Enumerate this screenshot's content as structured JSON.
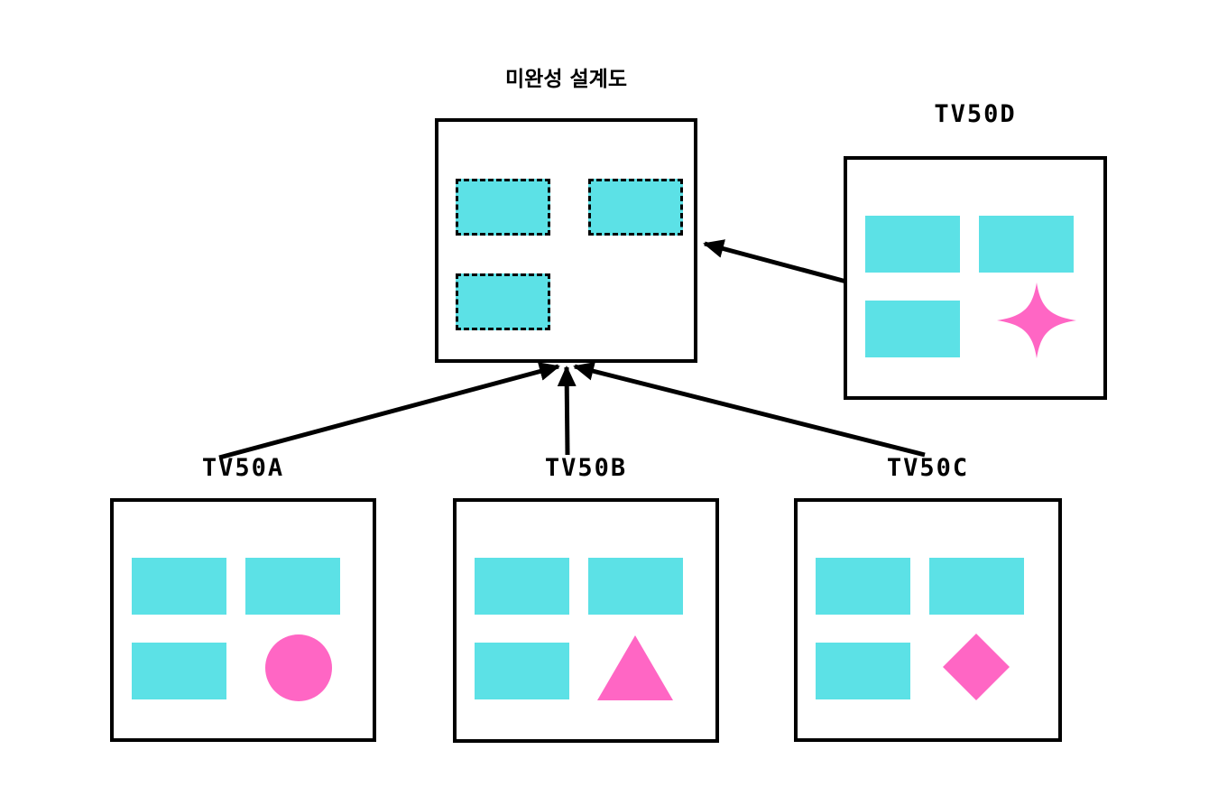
{
  "diagram": {
    "blueprint": {
      "title": "미완성 설계도",
      "slot_count": 4,
      "filled_slot_count": 3,
      "slot_style": "dashed-outline",
      "missing_slot_position": "bottom-right"
    },
    "modules": [
      {
        "label": "TV50A",
        "unique_shape": "circle",
        "rect_count": 3
      },
      {
        "label": "TV50B",
        "unique_shape": "triangle",
        "rect_count": 3
      },
      {
        "label": "TV50C",
        "unique_shape": "diamond",
        "rect_count": 3
      },
      {
        "label": "TV50D",
        "unique_shape": "four-point-star",
        "rect_count": 3
      }
    ],
    "arrows": [
      {
        "from": "TV50A",
        "to": "blueprint-bottom"
      },
      {
        "from": "TV50B",
        "to": "blueprint-bottom"
      },
      {
        "from": "TV50C",
        "to": "blueprint-bottom"
      },
      {
        "from": "TV50D",
        "to": "blueprint-right"
      }
    ],
    "colors": {
      "rect_fill": "#5CE1E6",
      "accent_shape_fill": "#FF66C4",
      "stroke": "#000000",
      "background": "#FFFFFF"
    }
  }
}
